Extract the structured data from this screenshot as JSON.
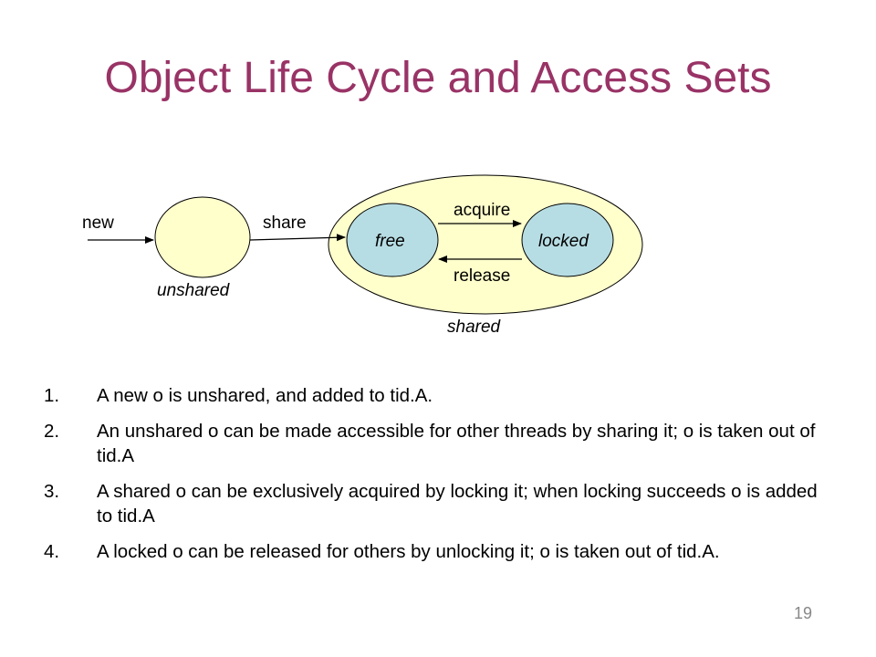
{
  "title": "Object Life Cycle and Access Sets",
  "diagram": {
    "new_label": "new",
    "share_label": "share",
    "acquire_label": "acquire",
    "release_label": "release",
    "unshared_label": "unshared",
    "shared_label": "shared",
    "free_label": "free",
    "locked_label": "locked"
  },
  "colors": {
    "title": "#993366",
    "shared_region": "#FFFFCC",
    "state_fill": "#B7DDE4",
    "unshared_fill": "#FFFFCC"
  },
  "steps": [
    {
      "number": "1.",
      "text": "A new o is unshared, and added to tid.A."
    },
    {
      "number": "2.",
      "text": "An unshared o can be made accessible for other threads by sharing it; o is taken out of tid.A"
    },
    {
      "number": "3.",
      "text": "A shared o can be exclusively acquired by locking it; when locking succeeds o is added to tid.A"
    },
    {
      "number": "4.",
      "text": "A locked o can be released for others by unlocking it; o is taken out of tid.A."
    }
  ],
  "page_number": "19"
}
